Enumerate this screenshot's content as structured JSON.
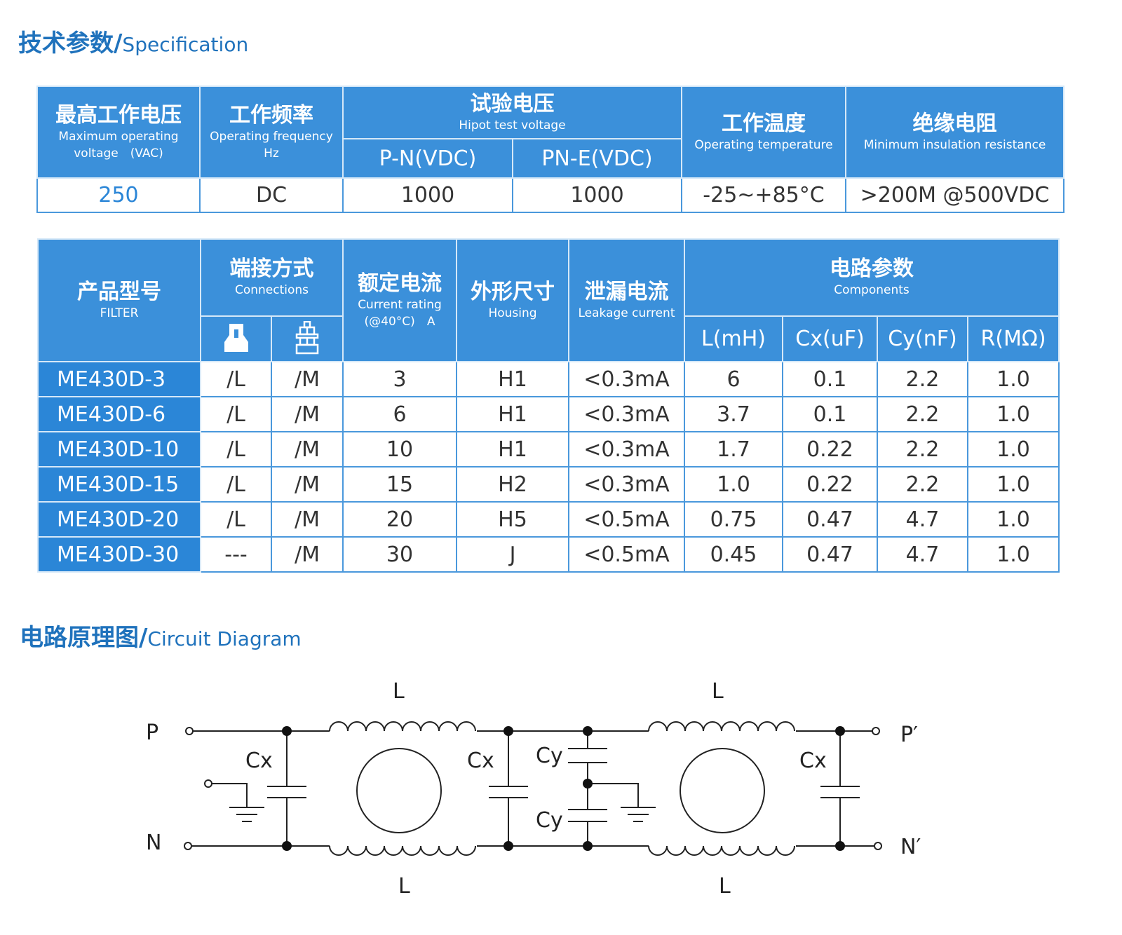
{
  "spec_title": {
    "cn": "技术参数/",
    "en": "Specification"
  },
  "spec_table": {
    "max_voltage": {
      "cn": "最高工作电压",
      "en1": "Maximum operating",
      "en2": "voltage　(VAC)"
    },
    "frequency": {
      "cn": "工作频率",
      "en1": "Operating frequency",
      "en2": "Hz"
    },
    "hipot": {
      "cn": "试验电压",
      "en": "Hipot test voltage",
      "pn": "P-N(VDC)",
      "pne": "PN-E(VDC)"
    },
    "temperature": {
      "cn": "工作温度",
      "en": "Operating temperature"
    },
    "insulation": {
      "cn": "绝缘电阻",
      "en": "Minimum insulation resistance"
    },
    "values": [
      "250",
      "DC",
      "1000",
      "1000",
      "-25~+85°C",
      ">200M @500VDC"
    ]
  },
  "product_table": {
    "model": {
      "cn": "产品型号",
      "en": "FILTER"
    },
    "connections": {
      "cn": "端接方式",
      "en": "Connections"
    },
    "current": {
      "cn": "额定电流",
      "en1": "Current rating",
      "en2": "(@40°C)　A"
    },
    "housing": {
      "cn": "外形尺寸",
      "en": "Housing"
    },
    "leakage": {
      "cn": "泄漏电流",
      "en": "Leakage current"
    },
    "components": {
      "cn": "电路参数",
      "en": "Components",
      "cols": [
        "L(mH)",
        "Cx(uF)",
        "Cy(nF)",
        "R(MΩ)"
      ]
    },
    "rows": [
      [
        "ME430D-3",
        "/L",
        "/M",
        "3",
        "H1",
        "<0.3mA",
        "6",
        "0.1",
        "2.2",
        "1.0"
      ],
      [
        "ME430D-6",
        "/L",
        "/M",
        "6",
        "H1",
        "<0.3mA",
        "3.7",
        "0.1",
        "2.2",
        "1.0"
      ],
      [
        "ME430D-10",
        "/L",
        "/M",
        "10",
        "H1",
        "<0.3mA",
        "1.7",
        "0.22",
        "2.2",
        "1.0"
      ],
      [
        "ME430D-15",
        "/L",
        "/M",
        "15",
        "H2",
        "<0.3mA",
        "1.0",
        "0.22",
        "2.2",
        "1.0"
      ],
      [
        "ME430D-20",
        "/L",
        "/M",
        "20",
        "H5",
        "<0.5mA",
        "0.75",
        "0.47",
        "4.7",
        "1.0"
      ],
      [
        "ME430D-30",
        "---",
        "/M",
        "30",
        "J",
        "<0.5mA",
        "0.45",
        "0.47",
        "4.7",
        "1.0"
      ]
    ]
  },
  "circuit_title": {
    "cn": "电路原理图/",
    "en": "Circuit Diagram"
  },
  "circuit": {
    "L": "L",
    "Cx": "Cx",
    "Cy": "Cy",
    "P": "P",
    "N": "N",
    "P2": "P′",
    "N2": "N′"
  }
}
